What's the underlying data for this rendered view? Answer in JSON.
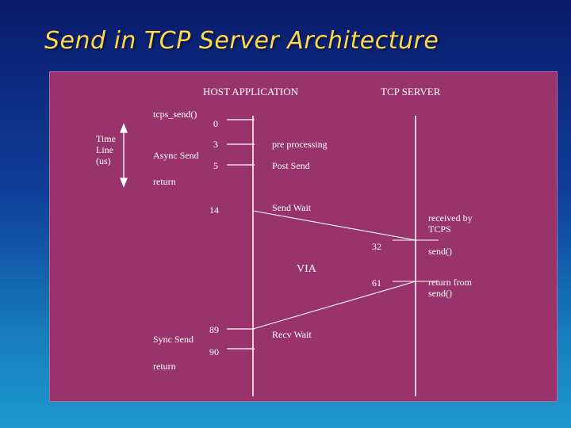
{
  "slide": {
    "title": "Send in TCP Server Architecture"
  },
  "diagram": {
    "host_header": "HOST APPLICATION",
    "server_header": "TCP SERVER",
    "tcps_send": "tcps_send()",
    "time_line": [
      "Time",
      "Line",
      "(us)"
    ],
    "async_send": "Async Send",
    "return_1": "return",
    "sync_send": "Sync Send",
    "return_2": "return",
    "time_marks": [
      "0",
      "3",
      "5",
      "14",
      "89",
      "90"
    ],
    "server_marks": [
      "32",
      "61"
    ],
    "pre_processing": "pre processing",
    "post_send": "Post Send",
    "send_wait": "Send Wait",
    "recv_wait": "Recv Wait",
    "received_by": [
      "received by",
      "TCPS"
    ],
    "send_call": "send()",
    "return_from": [
      "return from",
      "send()"
    ],
    "via": "VIA"
  }
}
